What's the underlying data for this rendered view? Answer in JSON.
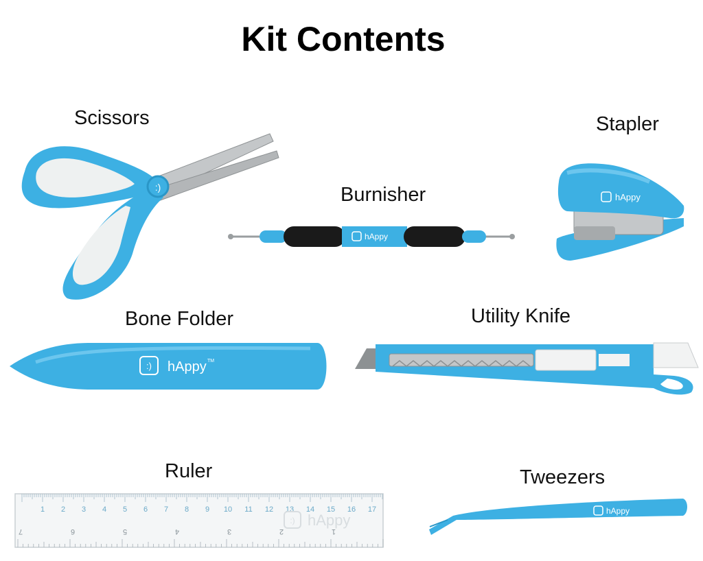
{
  "page": {
    "title": "Kit Contents"
  },
  "brand": {
    "logo_text": "hAppy",
    "trademark": "TM",
    "face_glyph": ":)"
  },
  "colors": {
    "tool_blue": "#3db0e3",
    "tool_blue_dark": "#2a96c7",
    "tool_white": "#eef1f1",
    "metal": "#bfc2c4",
    "grip_black": "#1a1a1a"
  },
  "items": {
    "scissors": {
      "label": "Scissors"
    },
    "stapler": {
      "label": "Stapler"
    },
    "burnisher": {
      "label": "Burnisher"
    },
    "bone_folder": {
      "label": "Bone Folder"
    },
    "utility_knife": {
      "label": "Utility Knife"
    },
    "ruler": {
      "label": "Ruler",
      "top_marks": [
        "1",
        "2",
        "3",
        "4",
        "5",
        "6",
        "7",
        "8",
        "9",
        "10",
        "11",
        "12",
        "13",
        "14",
        "15",
        "16",
        "17"
      ],
      "bottom_marks": [
        "7",
        "6",
        "5",
        "4",
        "3",
        "2",
        "1"
      ]
    },
    "tweezers": {
      "label": "Tweezers"
    }
  }
}
